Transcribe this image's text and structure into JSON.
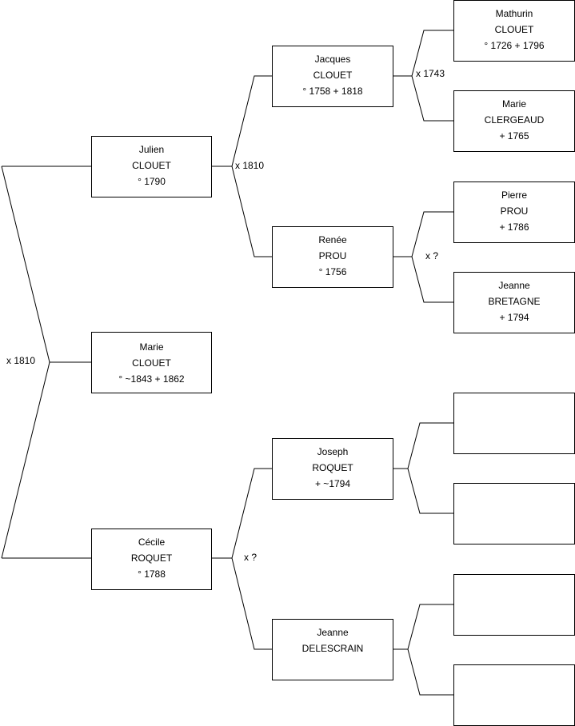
{
  "persons": {
    "subject": [
      "Marie",
      "CLOUET",
      "° ~1843 + 1862"
    ],
    "father": [
      "Julien",
      "CLOUET",
      "° 1790"
    ],
    "mother": [
      "Cécile",
      "ROQUET",
      "° 1788"
    ],
    "pat_grandfather": [
      "Jacques",
      "CLOUET",
      "° 1758 + 1818"
    ],
    "pat_grandmother": [
      "Renée",
      "PROU",
      "° 1756"
    ],
    "mat_grandfather": [
      "Joseph",
      "ROQUET",
      "+ ~1794"
    ],
    "mat_grandmother": [
      "Jeanne",
      "DELESCRAIN"
    ],
    "ggf_1": [
      "Mathurin",
      "CLOUET",
      "° 1726 + 1796"
    ],
    "ggm_1": [
      "Marie",
      "CLERGEAUD",
      "+ 1765"
    ],
    "ggf_2": [
      "Pierre",
      "PROU",
      "+ 1786"
    ],
    "ggm_2": [
      "Jeanne",
      "BRETAGNE",
      "+ 1794"
    ],
    "ggf_3": [],
    "ggm_3": [],
    "ggf_4": [],
    "ggm_4": []
  },
  "marriages": {
    "parents": "x 1810",
    "paternal": "x 1810",
    "maternal": "x ?",
    "ggp_1": "x 1743",
    "ggp_2": "x ?"
  }
}
